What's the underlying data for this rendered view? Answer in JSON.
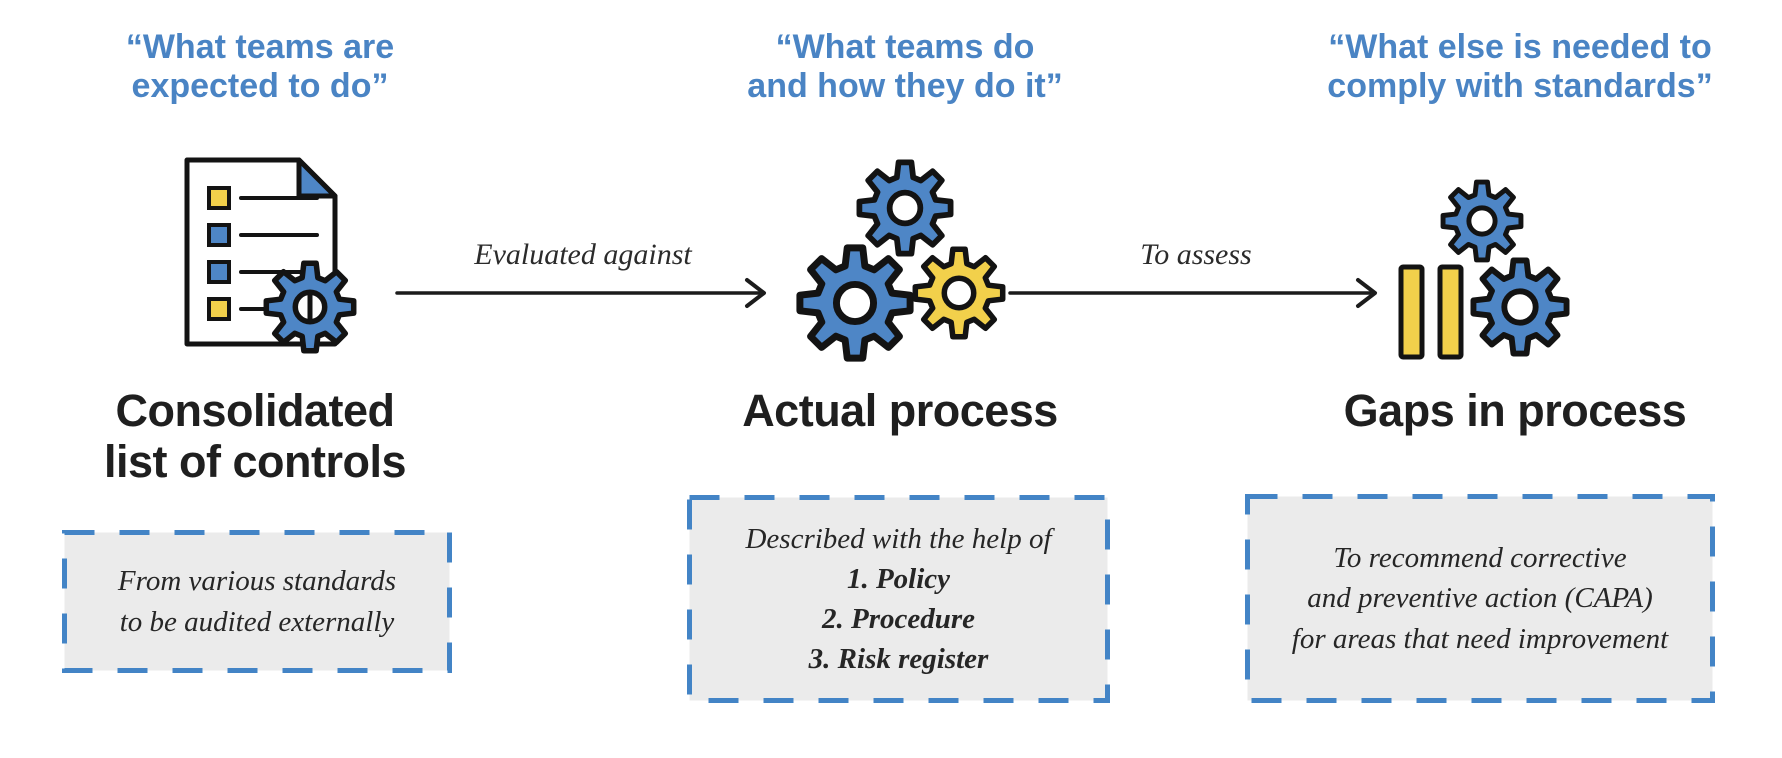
{
  "palette": {
    "header_blue": "#4a84c4",
    "icon_blue": "#4e86c6",
    "icon_yellow": "#f2d04b",
    "outline_black": "#131313",
    "dash_border_blue": "#4384c6",
    "note_box_bg": "#ebebeb",
    "title_black": "#1f1f1f"
  },
  "columns": [
    {
      "quote": "“What teams are\nexpected to do”",
      "icon": "document-checklist-gear-icon",
      "title": "Consolidated\nlist of controls",
      "note": "From various standards\nto be audited externally"
    },
    {
      "quote": "“What teams do\nand how they do it”",
      "icon": "three-gears-icon",
      "title": "Actual process",
      "note_intro": "Described with the help of",
      "note_items": [
        "1. Policy",
        "2. Procedure",
        "3. Risk register"
      ]
    },
    {
      "quote": "“What else is needed to\ncomply with standards”",
      "icon": "pause-bars-gears-icon",
      "title": "Gaps in process",
      "note": "To recommend corrective\nand preventive action (CAPA)\nfor areas that need improvement"
    }
  ],
  "arrows": [
    {
      "label": "Evaluated against"
    },
    {
      "label": "To assess"
    }
  ]
}
